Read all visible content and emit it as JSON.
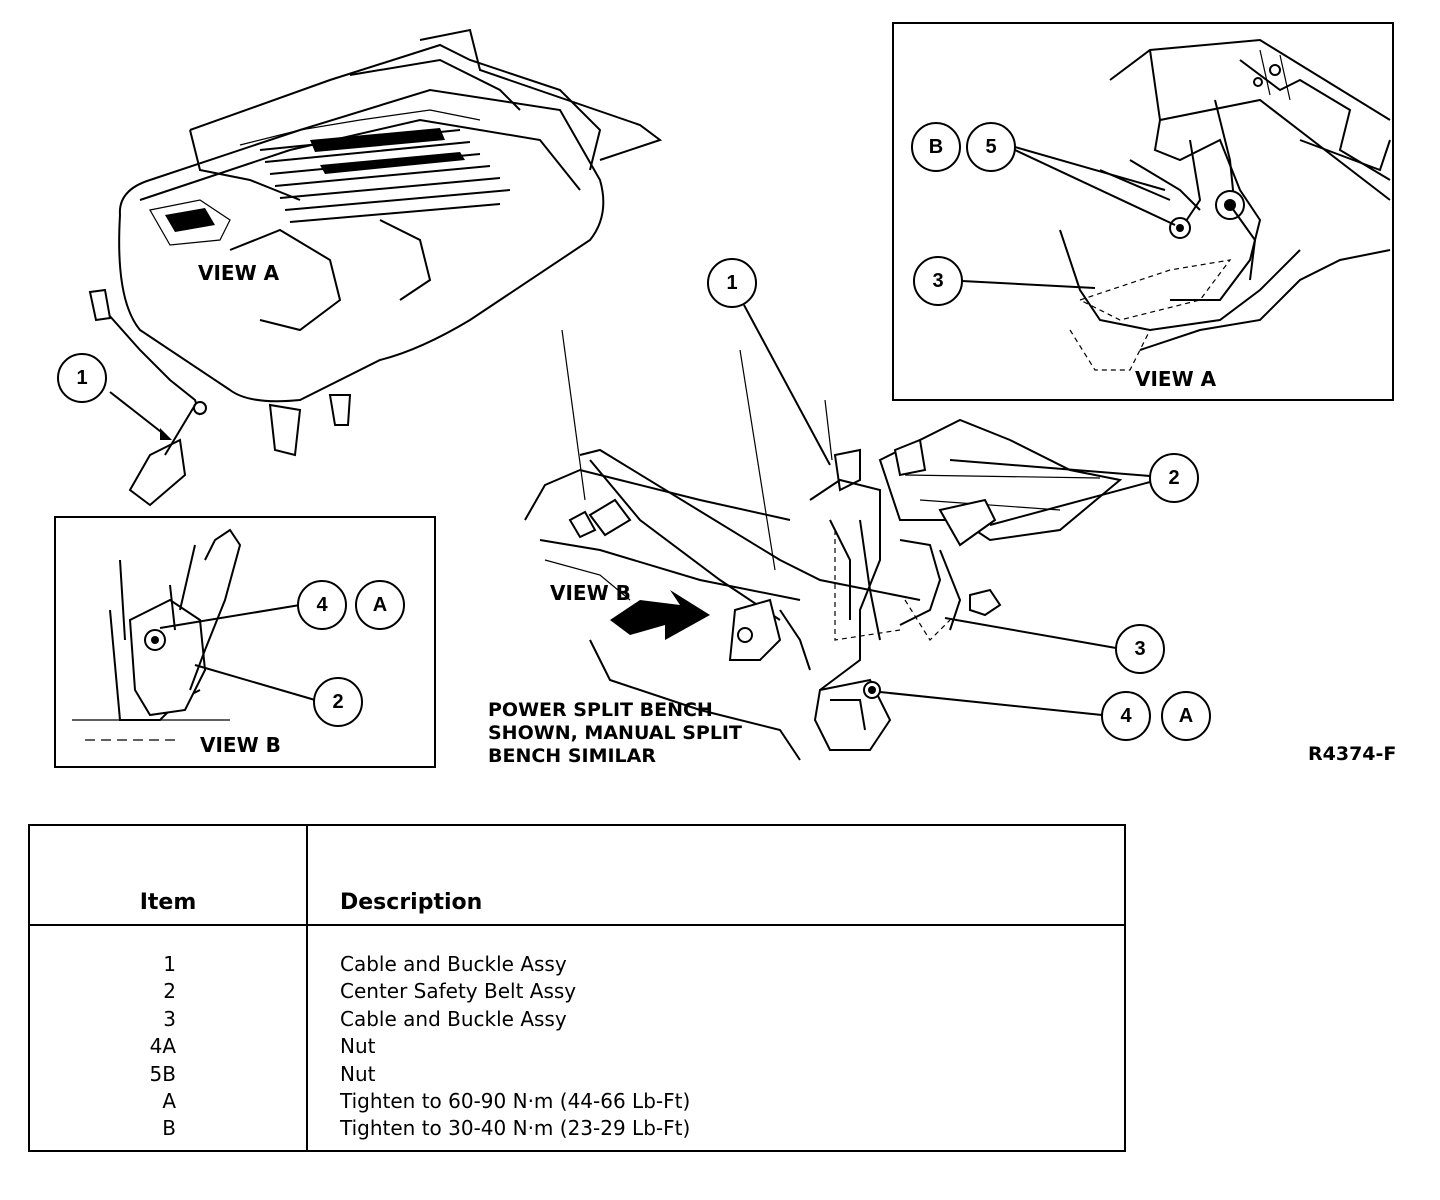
{
  "figure_id": "R4374-F",
  "caption": [
    "POWER SPLIT BENCH",
    "SHOWN, MANUAL SPLIT",
    "BENCH SIMILAR"
  ],
  "labels": {
    "view_a_main": "VIEW A",
    "view_a_inset": "VIEW A",
    "view_b_main": "VIEW B",
    "view_b_inset": "VIEW B"
  },
  "callouts": {
    "top_left_1": "1",
    "center_1": "1",
    "center_2": "2",
    "center_3": "3",
    "center_4": "4",
    "center_a": "A",
    "inset_a_b": "B",
    "inset_a_5": "5",
    "inset_a_3": "3",
    "inset_b_4": "4",
    "inset_b_a": "A",
    "inset_b_2": "2"
  },
  "table": {
    "header_item": "Item",
    "header_description": "Description",
    "rows": [
      {
        "item": "1",
        "description": "Cable and Buckle Assy"
      },
      {
        "item": "2",
        "description": "Center Safety Belt Assy"
      },
      {
        "item": "3",
        "description": "Cable and Buckle Assy"
      },
      {
        "item": "4A",
        "description": "Nut"
      },
      {
        "item": "5B",
        "description": "Nut"
      },
      {
        "item": "A",
        "description": "Tighten to 60-90 N·m (44-66 Lb-Ft)"
      },
      {
        "item": "B",
        "description": "Tighten to 30-40 N·m (23-29 Lb-Ft)"
      }
    ]
  }
}
